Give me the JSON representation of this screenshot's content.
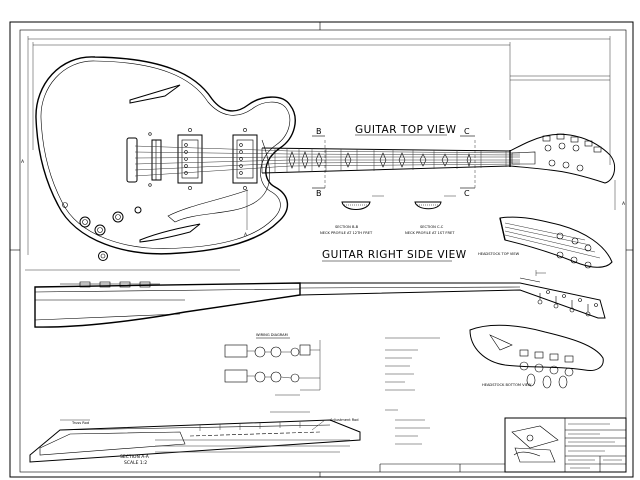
{
  "views": {
    "top_view_title": "GUITAR TOP VIEW",
    "right_side_view_title": "GUITAR RIGHT SIDE VIEW",
    "headstock_top_view": "HEADSTOCK TOP VIEW",
    "headstock_bottom_view": "HEADSTOCK BOTTOM VIEW",
    "wiring_diagram": "WIRING DIAGRAM"
  },
  "sections": {
    "b_b": {
      "title": "SECTION B-B",
      "note": "NECK PROFILE AT 12TH FRET"
    },
    "c_c": {
      "title": "SECTION C-C",
      "note": "NECK PROFILE AT 1ST FRET"
    },
    "a_a": {
      "title": "SECTION A-A",
      "scale": "SCALE 1:2"
    }
  },
  "section_markers": {
    "a": "A",
    "b": "B",
    "c": "C"
  },
  "notes": {
    "adjustment_rod": "Adjustment Rod",
    "truss": "Truss Rod"
  }
}
